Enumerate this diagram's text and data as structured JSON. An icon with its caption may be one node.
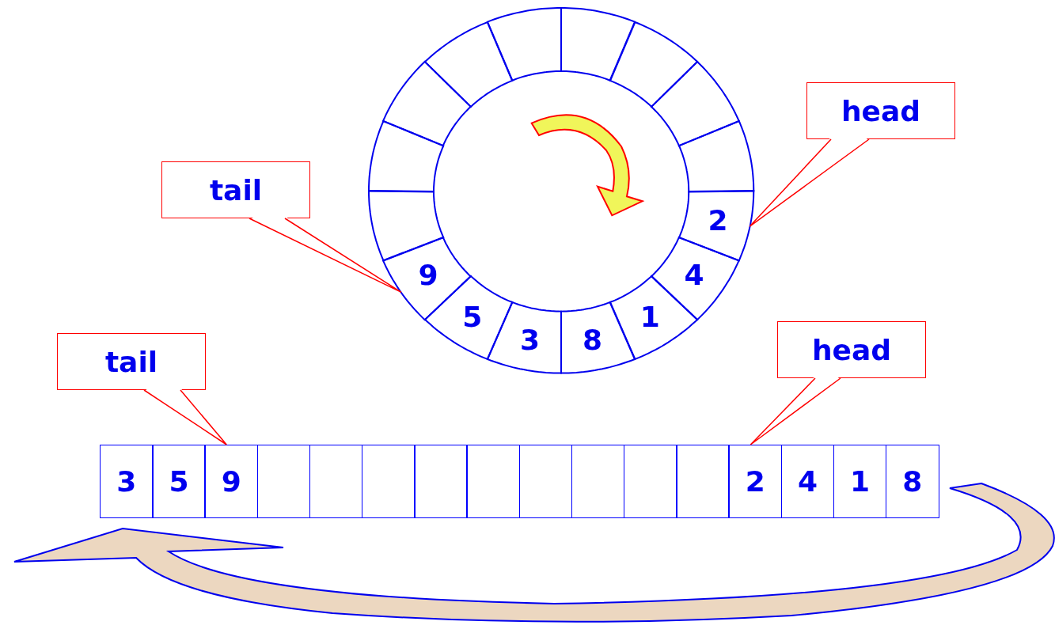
{
  "diagram": {
    "nodes": [
      {
        "text": [
          "tail"
        ]
      },
      {
        "text": [
          "head"
        ]
      },
      {
        "text": [
          "2"
        ]
      },
      {
        "text": [
          "4"
        ]
      },
      {
        "text": [
          "1"
        ]
      },
      {
        "text": [
          "8"
        ]
      },
      {
        "text": [
          "3"
        ]
      },
      {
        "text": [
          "5"
        ]
      },
      {
        "text": [
          "9"
        ]
      },
      {
        "text": [],
        "shape": "segment"
      },
      {
        "text": [],
        "shape": "segment"
      },
      {
        "text": [],
        "shape": "segment"
      },
      {
        "text": [],
        "shape": "segment"
      },
      {
        "text": [],
        "shape": "segment"
      },
      {
        "text": [],
        "shape": "segment"
      },
      {
        "text": [],
        "shape": "segment"
      },
      {
        "text": [],
        "shape": "segment"
      },
      {
        "text": [],
        "shape": "segment"
      },
      {
        "text": [
          "tail"
        ]
      },
      {
        "text": [
          "head"
        ]
      },
      {
        "text": [
          "3"
        ]
      },
      {
        "text": [
          "5"
        ]
      },
      {
        "text": [
          "9"
        ]
      },
      {
        "text": [],
        "shape": "box"
      },
      {
        "text": [],
        "shape": "box"
      },
      {
        "text": [],
        "shape": "box"
      },
      {
        "text": [],
        "shape": "box"
      },
      {
        "text": [],
        "shape": "box"
      },
      {
        "text": [],
        "shape": "box"
      },
      {
        "text": [],
        "shape": "box"
      },
      {
        "text": [],
        "shape": "box"
      },
      {
        "text": [],
        "shape": "box"
      },
      {
        "text": [
          "2"
        ]
      },
      {
        "text": [
          "4"
        ]
      },
      {
        "text": [
          "1"
        ]
      },
      {
        "text": [
          "8"
        ]
      }
    ],
    "edges": [
      {
        "from": 0,
        "to": 8,
        "arrow": "none"
      },
      {
        "from": 1,
        "to": 2,
        "arrow": "none"
      },
      {
        "from": 18,
        "to": 22,
        "arrow": "none"
      },
      {
        "from": 19,
        "to": 32,
        "arrow": "none"
      }
    ]
  }
}
